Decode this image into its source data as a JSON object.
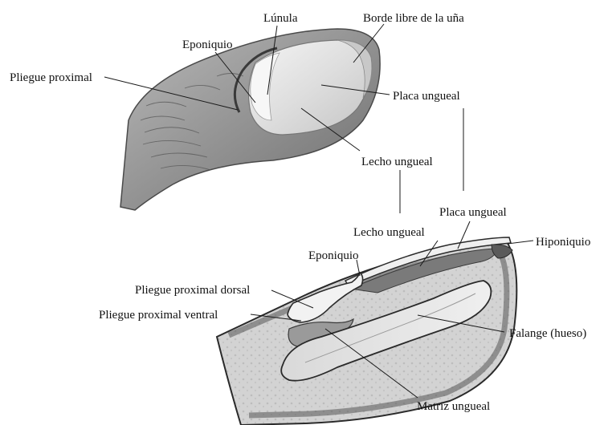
{
  "top_figure": {
    "labels": {
      "lunula": "Lúnula",
      "borde_libre": "Borde libre de la uña",
      "eponiquio": "Eponiquio",
      "pliegue_proximal": "Pliegue proximal",
      "placa_ungueal": "Placa ungueal",
      "lecho_ungueal": "Lecho ungueal"
    }
  },
  "section_figure": {
    "labels": {
      "placa_ungueal": "Placa ungueal",
      "lecho_ungueal": "Lecho ungueal",
      "hiponiquio": "Hiponiquio",
      "eponiquio": "Eponiquio",
      "pliegue_proximal_dorsal": "Pliegue proximal dorsal",
      "pliegue_proximal_ventral": "Pliegue proximal ventral",
      "falange": "Falange (hueso)",
      "matriz_ungueal": "Matriz ungueal"
    }
  },
  "colors": {
    "skin_light": "#d6d6d6",
    "skin_mid": "#a8a8a8",
    "skin_dark": "#6e6e6e",
    "nail_plate": "#e4e4e4",
    "section_outline": "#2a2a2a",
    "bone": "#e2e2e2",
    "tissue": "#cfcfcf"
  }
}
